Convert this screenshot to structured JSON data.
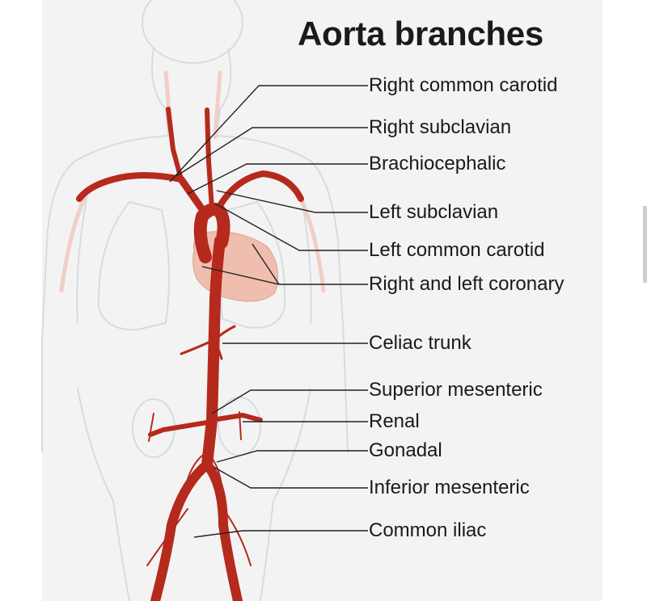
{
  "title": "Aorta branches",
  "labels": [
    "Right common carotid",
    "Right subclavian",
    "Brachiocephalic",
    "Left subclavian",
    "Left common carotid",
    "Right and left coronary",
    "Celiac trunk",
    "Superior mesenteric",
    "Renal",
    "Gonadal",
    "Inferior mesenteric",
    "Common iliac"
  ],
  "colors": {
    "artery": "#b52a1c",
    "heart": "#efb9a8",
    "body_outline": "#d6dbe3",
    "leader": "#222222",
    "background": "#f3f3f3"
  }
}
